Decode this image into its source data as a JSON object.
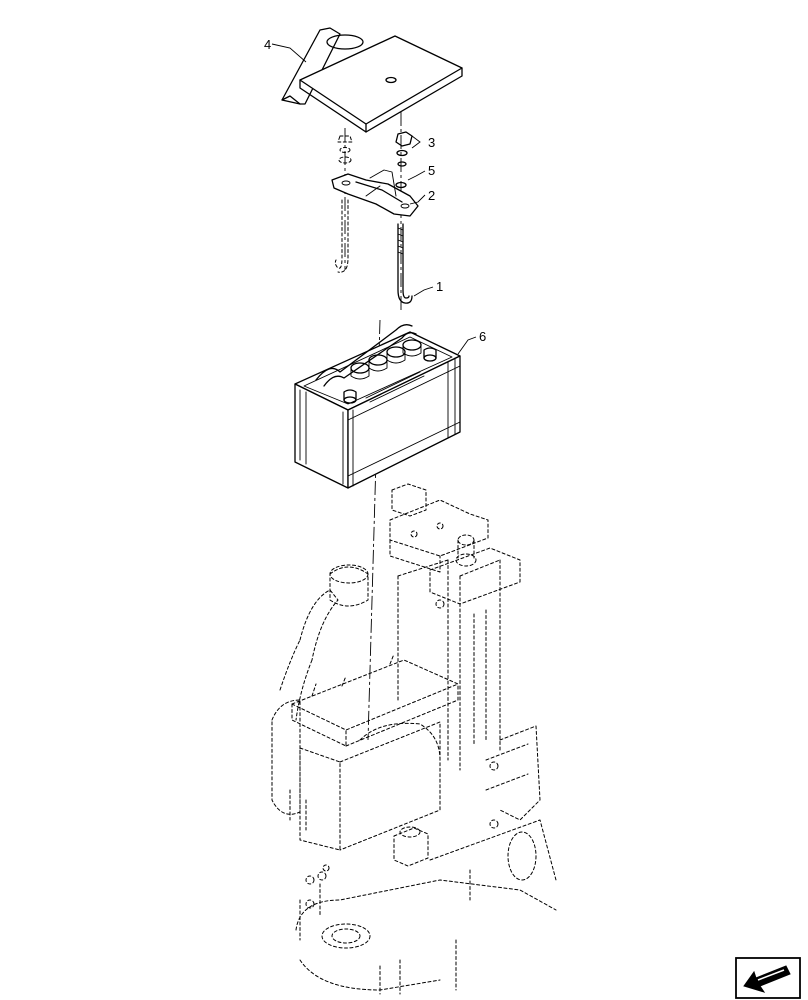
{
  "callouts": [
    {
      "id": "c1",
      "label": "1"
    },
    {
      "id": "c2",
      "label": "2"
    },
    {
      "id": "c3",
      "label": "3"
    },
    {
      "id": "c4",
      "label": "4"
    },
    {
      "id": "c5",
      "label": "5"
    },
    {
      "id": "c6",
      "label": "6"
    }
  ],
  "nav_icon": "navigation-arrow-icon",
  "colors": {
    "line": "#000000",
    "background": "#ffffff"
  }
}
